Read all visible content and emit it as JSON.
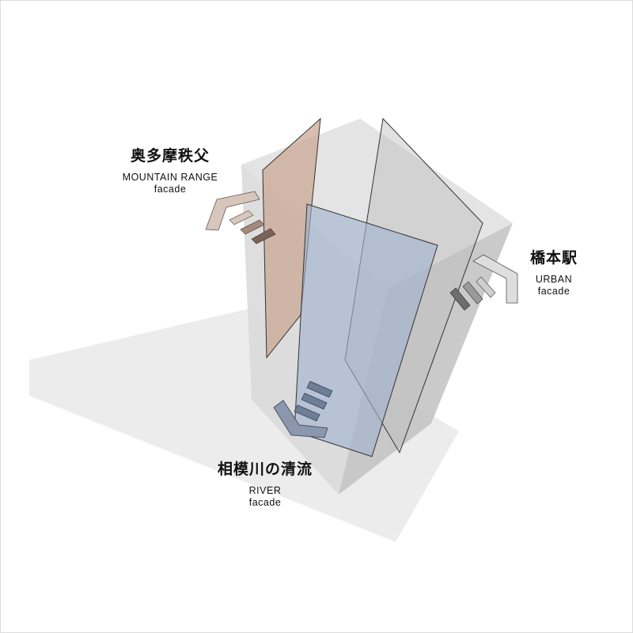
{
  "labels": {
    "mountain": {
      "jp": "奥多摩秩父",
      "en": "MOUNTAIN RANGE",
      "sub": "facade"
    },
    "urban": {
      "jp": "橋本駅",
      "en": "URBAN",
      "sub": "facade"
    },
    "river": {
      "jp": "相模川の清流",
      "en": "RIVER",
      "sub": "facade"
    }
  },
  "colors": {
    "mountain_panel": "#c9a58f",
    "river_panel": "#9fb2cf",
    "urban_panel": "#b8b8b8",
    "volume_light": "#ececec",
    "volume_mid": "#dcdcdc",
    "volume_dark": "#bdbdbd",
    "shadow": "#ececec",
    "frame": "#dddddd"
  },
  "icons": [
    "mountain-arrow-icon",
    "urban-arrow-icon",
    "river-arrow-icon"
  ]
}
